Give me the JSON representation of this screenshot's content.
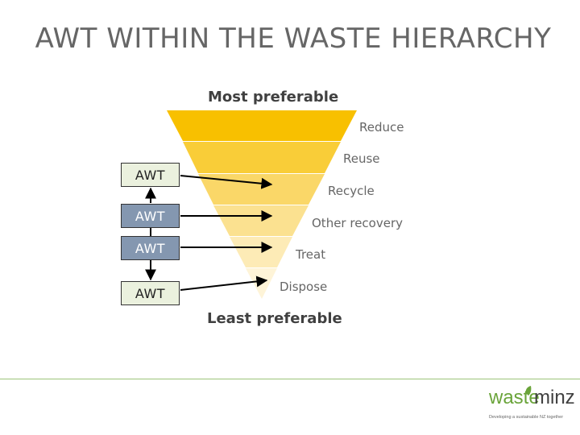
{
  "slide": {
    "title": "AWT WITHIN THE WASTE HIERARCHY"
  },
  "hierarchy": {
    "top_label": "Most preferable",
    "bottom_label": "Least preferable",
    "levels": [
      "Reduce",
      "Reuse",
      "Recycle",
      "Other recovery",
      "Treat",
      "Dispose"
    ],
    "level_colors": [
      "#f8c000",
      "#f9cd38",
      "#fad768",
      "#fbe190",
      "#fdebb6",
      "#fef4d8"
    ]
  },
  "awt": {
    "labels": [
      "AWT",
      "AWT",
      "AWT",
      "AWT"
    ],
    "styles": [
      {
        "bg": "#ebf1de",
        "fg": "#222222"
      },
      {
        "bg": "#8497b0",
        "fg": "#ffffff"
      },
      {
        "bg": "#8497b0",
        "fg": "#ffffff"
      },
      {
        "bg": "#ebf1de",
        "fg": "#222222"
      }
    ]
  },
  "logo": {
    "word_left": "waste",
    "word_right": "minz",
    "tagline": "Developing a sustainable NZ together",
    "green": "#6aa43a",
    "dark": "#404040"
  }
}
